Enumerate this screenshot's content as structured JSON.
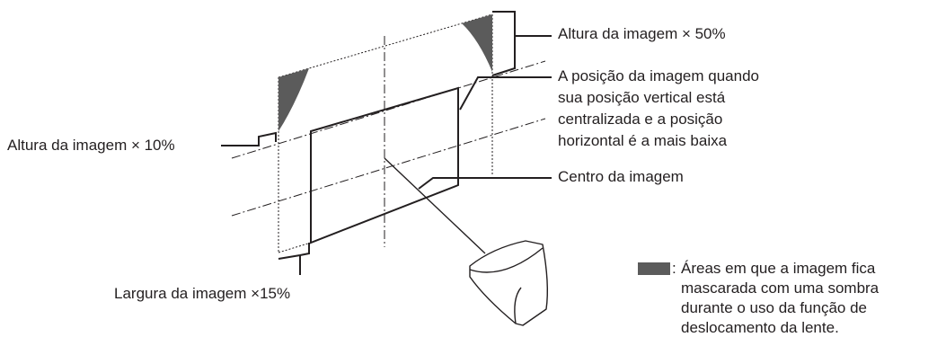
{
  "labels": {
    "height_50": "Altura da imagem × 50%",
    "position_lines": [
      "A posição da imagem quando",
      "sua posição vertical está",
      "centralizada e a posição",
      "horizontal é a mais baixa"
    ],
    "height_10": "Altura da imagem × 10%",
    "center": "Centro da imagem",
    "width_15": "Largura da imagem ×15%"
  },
  "legend": {
    "colon": ":",
    "text_lines": [
      "Áreas em que a imagem fica",
      "mascarada com uma sombra",
      "durante o uso da função de",
      "deslocamento da lente."
    ],
    "color": "#5b5b5b"
  },
  "colors": {
    "line": "#231f20",
    "shade": "#5b5b5b"
  }
}
